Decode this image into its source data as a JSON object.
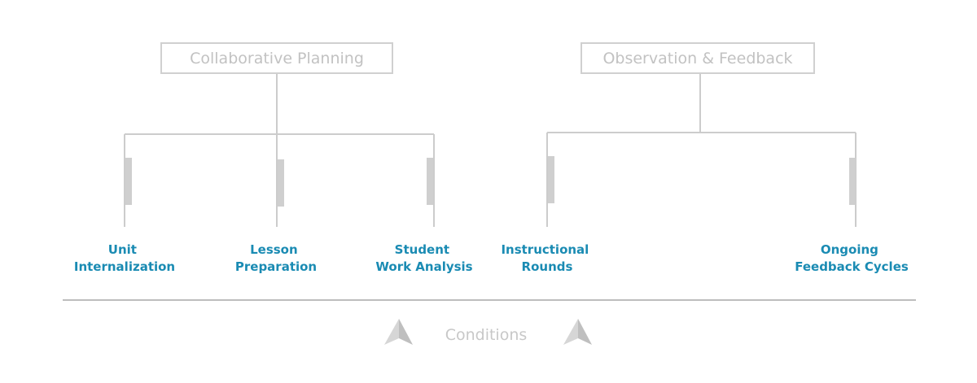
{
  "groups": [
    {
      "title": "Collaborative Planning",
      "items": [
        {
          "lines": [
            "Unit",
            "Internalization"
          ]
        },
        {
          "lines": [
            "Lesson",
            "Preparation"
          ]
        },
        {
          "lines": [
            "Student",
            "Work Analysis"
          ]
        }
      ]
    },
    {
      "title": "Observation & Feedback",
      "items": [
        {
          "lines": [
            "Instructional",
            "Rounds"
          ]
        },
        {
          "lines": [
            "Ongoing",
            "Feedback Cycles"
          ]
        }
      ]
    }
  ],
  "foundation": {
    "label": "Conditions"
  },
  "colors": {
    "box_text": "#c2c2c2",
    "leaf_text": "#1a8bb3",
    "lines": "#cccccc",
    "arrows": "#cfcfcf"
  }
}
